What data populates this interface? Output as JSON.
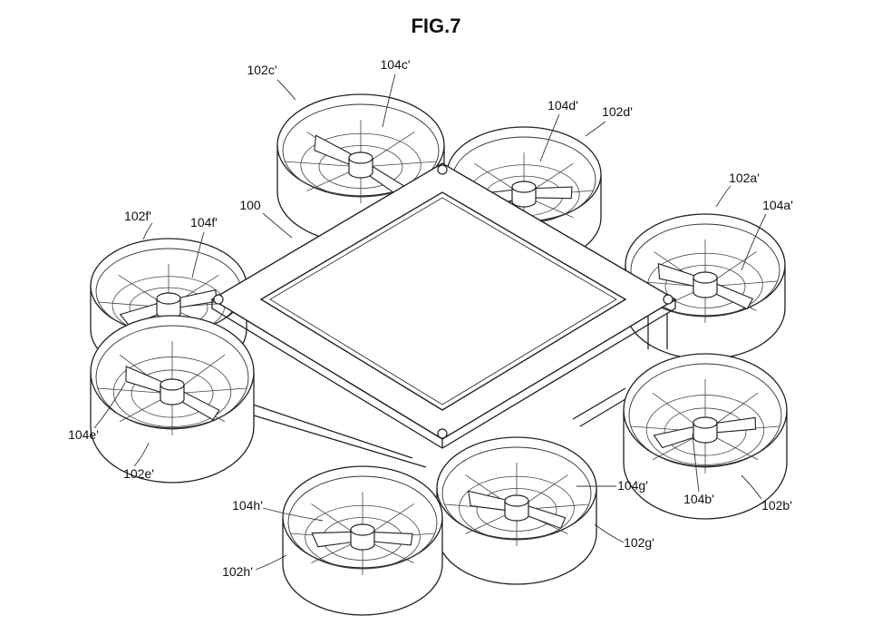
{
  "figure": {
    "title": "FIG.7",
    "body_label": "100",
    "rotors": [
      {
        "id": "a",
        "unit_label": "102a'",
        "prop_label": "104a'"
      },
      {
        "id": "b",
        "unit_label": "102b'",
        "prop_label": "104b'"
      },
      {
        "id": "c",
        "unit_label": "102c'",
        "prop_label": "104c'"
      },
      {
        "id": "d",
        "unit_label": "102d'",
        "prop_label": "104d'"
      },
      {
        "id": "e",
        "unit_label": "102e'",
        "prop_label": "104e'"
      },
      {
        "id": "f",
        "unit_label": "102f'",
        "prop_label": "104f'"
      },
      {
        "id": "g",
        "unit_label": "102g'",
        "prop_label": "104g'"
      },
      {
        "id": "h",
        "unit_label": "102h'",
        "prop_label": "104h'"
      }
    ]
  }
}
